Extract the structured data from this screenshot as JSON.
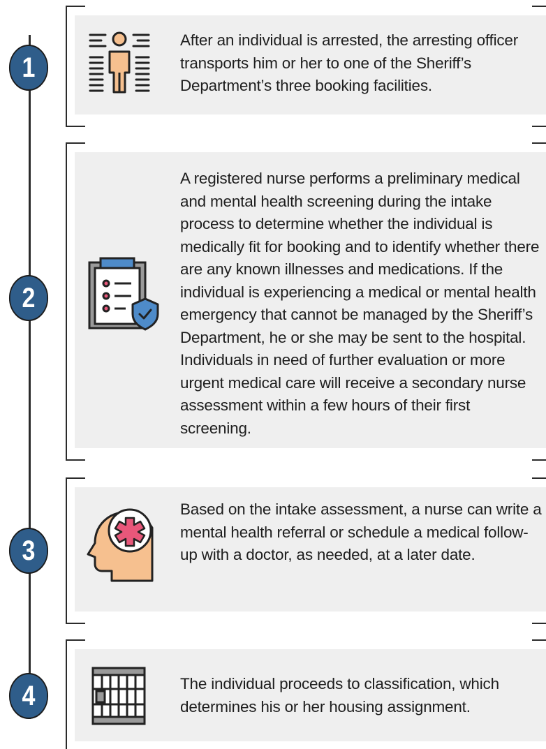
{
  "colors": {
    "circle": "#2f5d8a",
    "card_bg": "#efefef",
    "line": "#2b2b2b",
    "accent_pink": "#e8577a",
    "skin": "#f6c08f"
  },
  "steps": [
    {
      "number": "1",
      "icon": "person-profile-icon",
      "text": "After an individual is arrested, the arresting officer transports him or her to one of the Sheriff’s Department’s three booking facilities."
    },
    {
      "number": "2",
      "icon": "medical-clipboard-icon",
      "text": "A registered nurse performs a preliminary medical and mental health screening during the intake process to determine whether the individual is medically fit for booking and to identify whether there are any known illnesses and medications. If the individual is experiencing a medical or mental health emergency that cannot be managed by the Sheriff’s Department, he or she may be sent to the hospital. Individuals in need of further evaluation or more urgent medical care will receive a secondary nurse assessment within a few hours of their first screening."
    },
    {
      "number": "3",
      "icon": "mental-health-head-icon",
      "text": "Based on the intake assessment, a nurse can write a mental health referral or schedule a medical follow-up with a doctor, as needed, at a later date."
    },
    {
      "number": "4",
      "icon": "jail-cell-icon",
      "text": "The individual proceeds to classification, which determines his or her housing assignment."
    }
  ]
}
